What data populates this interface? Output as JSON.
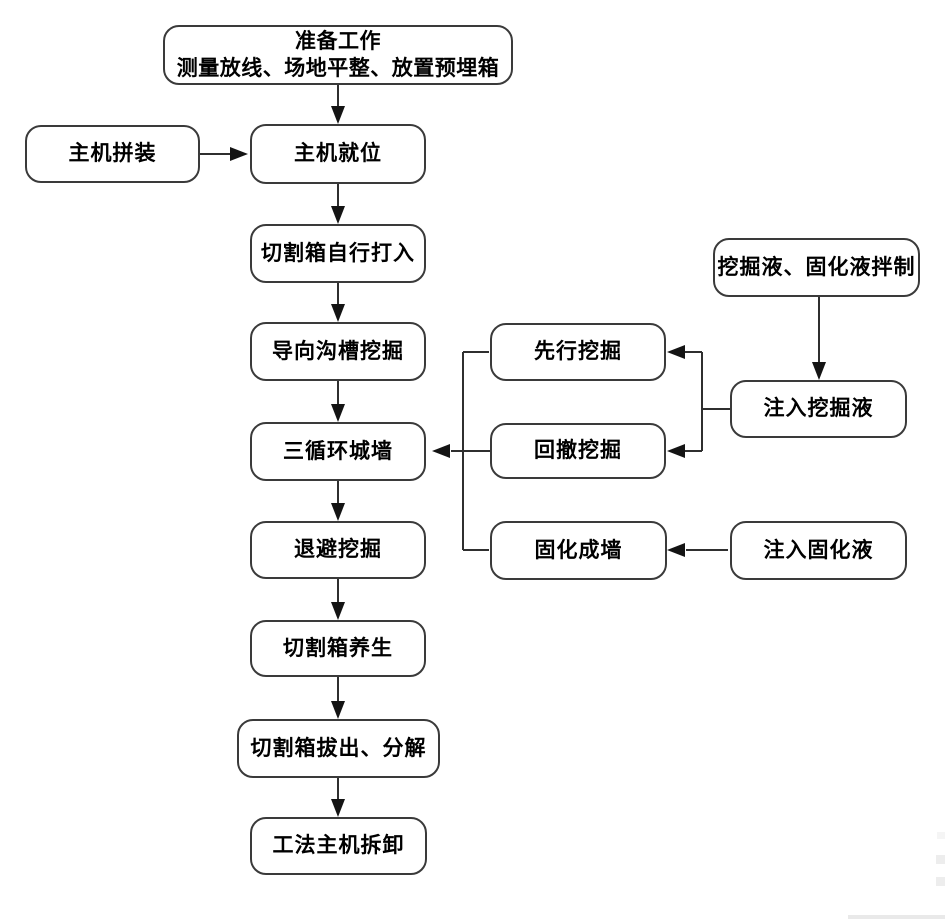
{
  "diagram_type": "flowchart",
  "colors": {
    "background": "#ffffff",
    "node_border": "#3a3a3a",
    "node_fill": "#ffffff",
    "text": "#000000",
    "connector": "#2f2f2f",
    "arrowhead": "#141414"
  },
  "nodes": {
    "prep": {
      "line1": "准备工作",
      "line2": "测量放线、场地平整、放置预埋箱"
    },
    "host_assembly": {
      "label": "主机拼装"
    },
    "host_positioning": {
      "label": "主机就位"
    },
    "cutting_box_driving": {
      "label": "切割箱自行打入"
    },
    "guide_trench_excavation": {
      "label": "导向沟槽挖掘"
    },
    "three_cycle_wall": {
      "label": "三循环城墙"
    },
    "retreat_excavation": {
      "label": "退避挖掘"
    },
    "cutting_box_curing": {
      "label": "切割箱养生"
    },
    "cutting_box_pullout": {
      "label": "切割箱拔出、分解"
    },
    "host_dismantling": {
      "label": "工法主机拆卸"
    },
    "liquid_mixing": {
      "label": "挖掘液、固化液拌制"
    },
    "advance_excavation": {
      "label": "先行挖掘"
    },
    "inject_excavation_liquid": {
      "label": "注入挖掘液"
    },
    "withdraw_excavation": {
      "label": "回撤挖掘"
    },
    "solidify_into_wall": {
      "label": "固化成墙"
    },
    "inject_solidifying_liquid": {
      "label": "注入固化液"
    }
  },
  "edges": [
    {
      "from": "prep",
      "to": "host_positioning"
    },
    {
      "from": "host_assembly",
      "to": "host_positioning"
    },
    {
      "from": "host_positioning",
      "to": "cutting_box_driving"
    },
    {
      "from": "cutting_box_driving",
      "to": "guide_trench_excavation"
    },
    {
      "from": "guide_trench_excavation",
      "to": "three_cycle_wall"
    },
    {
      "from": "three_cycle_wall",
      "to": "retreat_excavation"
    },
    {
      "from": "retreat_excavation",
      "to": "cutting_box_curing"
    },
    {
      "from": "cutting_box_curing",
      "to": "cutting_box_pullout"
    },
    {
      "from": "cutting_box_pullout",
      "to": "host_dismantling"
    },
    {
      "from": "advance_excavation",
      "to": "three_cycle_wall"
    },
    {
      "from": "withdraw_excavation",
      "to": "three_cycle_wall"
    },
    {
      "from": "solidify_into_wall",
      "to": "three_cycle_wall"
    },
    {
      "from": "liquid_mixing",
      "to": "inject_excavation_liquid"
    },
    {
      "from": "inject_excavation_liquid",
      "to": "advance_excavation"
    },
    {
      "from": "inject_excavation_liquid",
      "to": "withdraw_excavation"
    },
    {
      "from": "inject_solidifying_liquid",
      "to": "solidify_into_wall"
    }
  ]
}
